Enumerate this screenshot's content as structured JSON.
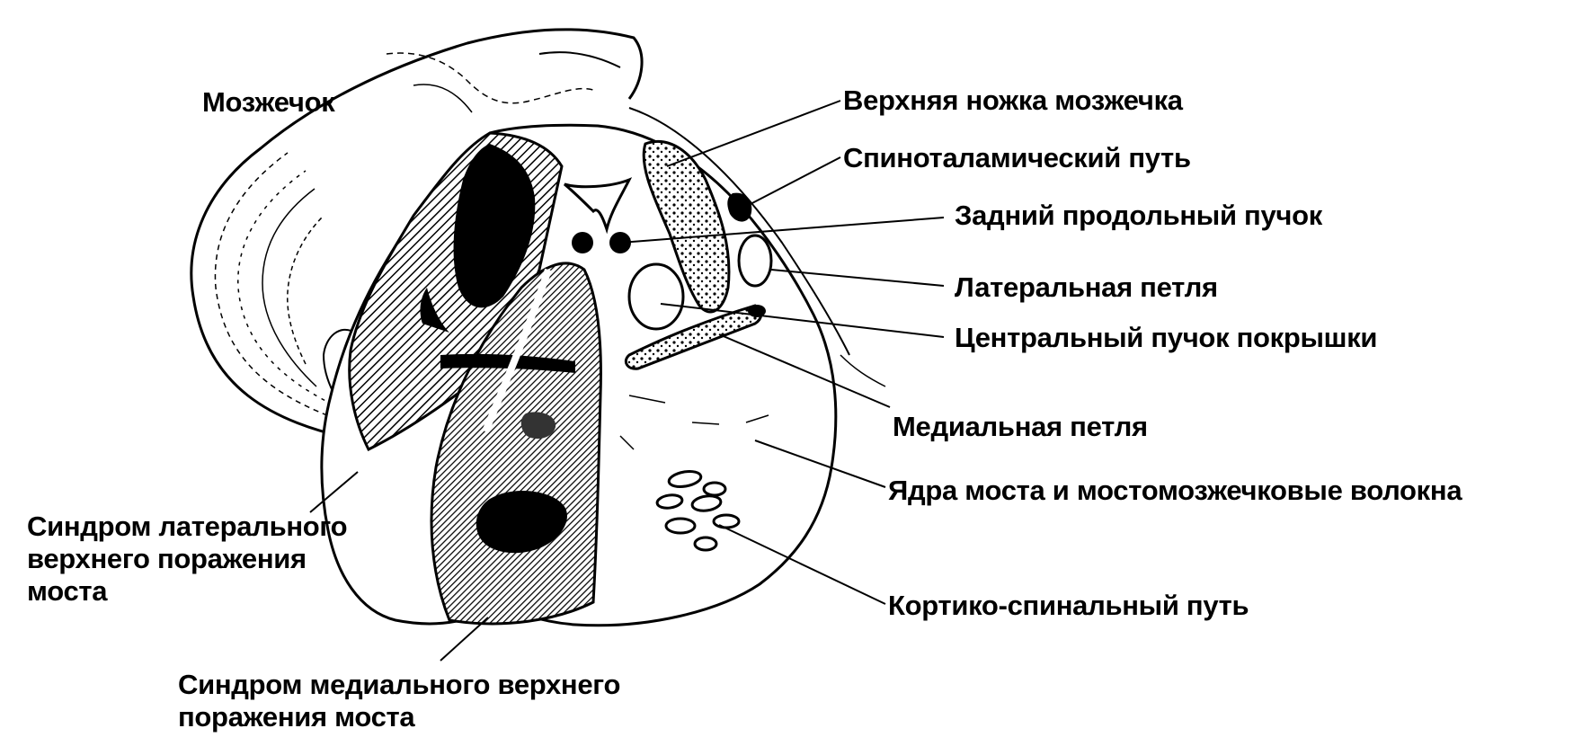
{
  "labels": {
    "cerebellum": "Мозжечок",
    "superior_cerebellar_peduncle": "Верхняя ножка мозжечка",
    "spinothalamic_tract": "Спиноталамический путь",
    "medial_longitudinal_fasciculus": "Задний продольный пучок",
    "lateral_lemniscus": "Латеральная петля",
    "central_tegmental_tract": "Центральный пучок покрышки",
    "medial_lemniscus": "Медиальная петля",
    "pontine_nuclei": "Ядра моста и мостомозжечковые волокна",
    "corticospinal_tract": "Кортико-спинальный путь",
    "lateral_syndrome": [
      "Синдром латерального",
      "верхнего поражения",
      "моста"
    ],
    "medial_syndrome": [
      "Синдром медиального верхнего",
      "поражения моста"
    ]
  }
}
